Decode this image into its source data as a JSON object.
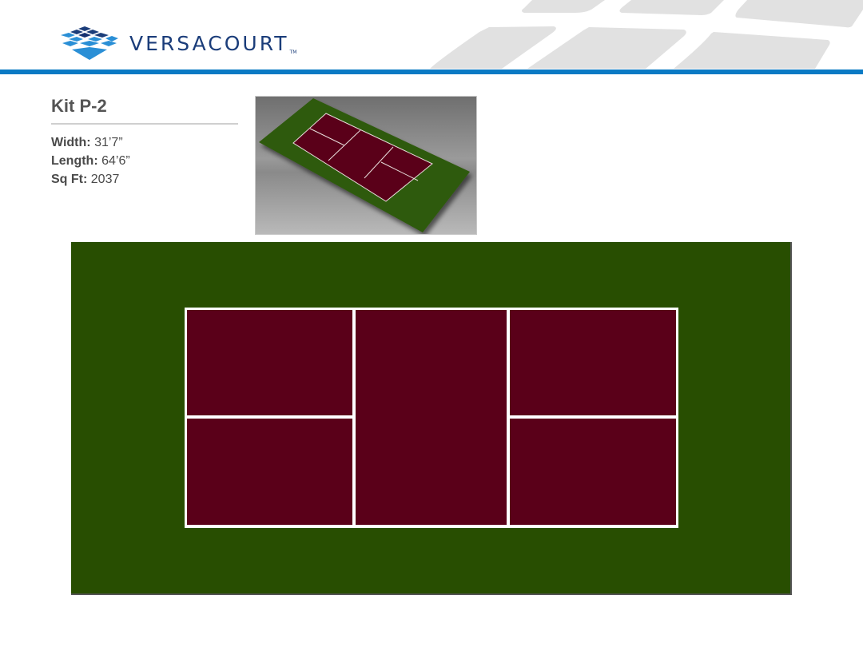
{
  "brand": {
    "name": "VERSACOURT",
    "trademark": "TM",
    "colors": {
      "primary_blue": "#0a7ac4",
      "navy": "#1b3d7a",
      "light_blue": "#2a8fd6"
    }
  },
  "kit": {
    "title": "Kit P-2",
    "specs": [
      {
        "label": "Width:",
        "value": "31’7”"
      },
      {
        "label": "Length:",
        "value": "64’6”"
      },
      {
        "label": "Sq Ft:",
        "value": "2037"
      }
    ]
  },
  "preview": {
    "alt": "3D perspective view of pickleball court"
  },
  "court": {
    "surround_color": "#284e01",
    "play_color": "#5a0019",
    "line_color": "#ffffff",
    "layout": "pickleball court with kitchen zone and four service boxes"
  }
}
